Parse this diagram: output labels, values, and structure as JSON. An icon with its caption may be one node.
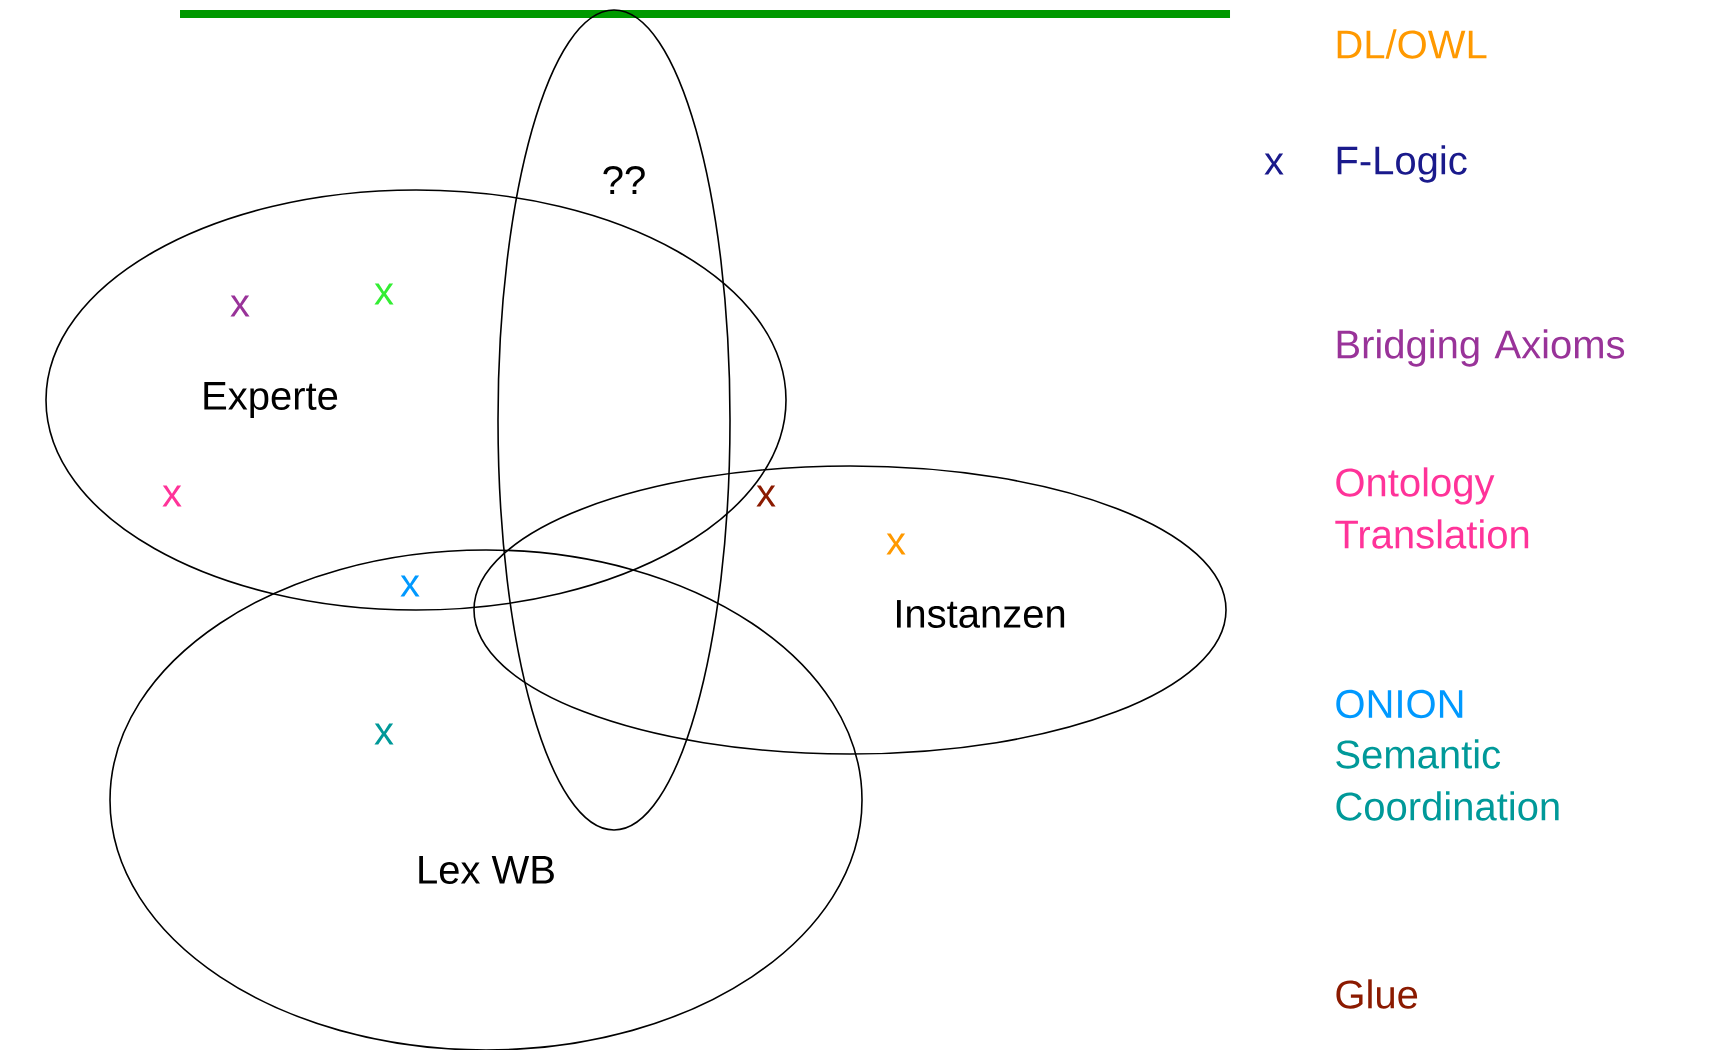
{
  "diagram": {
    "nodes": [
      {
        "text": [
          "??"
        ]
      },
      {
        "text": [
          "Experte"
        ]
      },
      {
        "text": [
          "Instanzen"
        ]
      },
      {
        "text": [
          "Lex WB"
        ]
      }
    ],
    "edges": [],
    "labels": [
      "x",
      "x",
      "x",
      "x",
      "x",
      "x",
      "x",
      "x"
    ],
    "legend": [
      {
        "text": "DL/OWL",
        "color": "#ff9900"
      },
      {
        "text": "F-Logic",
        "color": "#1a1a8c"
      },
      {
        "text": "Bridging Axioms",
        "color": "#993399"
      },
      {
        "text": "Ontology Translation",
        "color": "#ff3399"
      },
      {
        "text": "ONION",
        "color": "#0099ff"
      },
      {
        "text": "Semantic Coordination",
        "color": "#009999"
      },
      {
        "text": "Glue",
        "color": "#8b1a00"
      }
    ]
  }
}
